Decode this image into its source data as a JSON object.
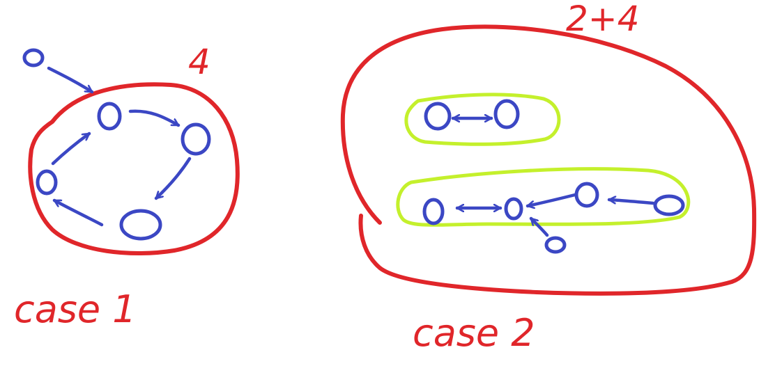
{
  "colors": {
    "red": "#e0262a",
    "blue": "#3b47c4",
    "green": "#c4f02c",
    "background": "#ffffff"
  },
  "case1": {
    "label": "case 1",
    "count": "4"
  },
  "case2": {
    "label": "case 2",
    "count": "2+4"
  }
}
